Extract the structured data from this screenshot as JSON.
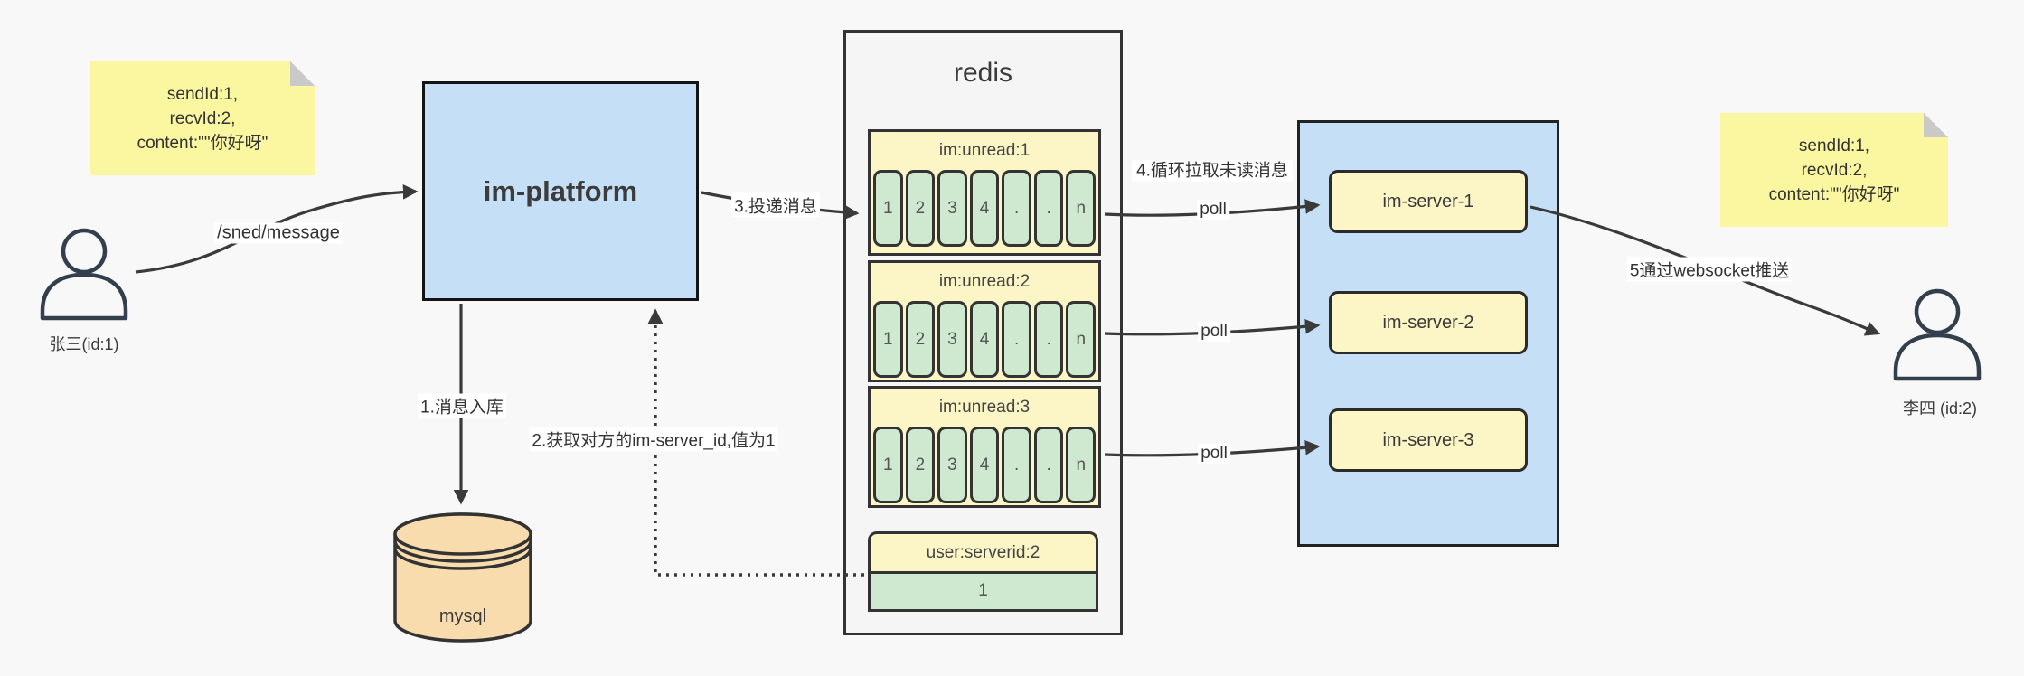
{
  "diagram": {
    "notes": {
      "left": {
        "lines": [
          "sendId:1,",
          "recvId:2,",
          "content:\"\"你好呀\""
        ]
      },
      "right": {
        "lines": [
          "sendId:1,",
          "recvId:2,",
          "content:\"\"你好呀\""
        ]
      }
    },
    "actors": {
      "sender": {
        "label": "张三(id:1)"
      },
      "receiver": {
        "label": "李四 (id:2)"
      }
    },
    "platform": {
      "label": "im-platform"
    },
    "database": {
      "label": "mysql"
    },
    "redis": {
      "title": "redis",
      "lists": [
        {
          "header": "im:unread:1",
          "cells": [
            "1",
            "2",
            "3",
            "4",
            ".",
            ".",
            "n"
          ]
        },
        {
          "header": "im:unread:2",
          "cells": [
            "1",
            "2",
            "3",
            "4",
            ".",
            ".",
            "n"
          ]
        },
        {
          "header": "im:unread:3",
          "cells": [
            "1",
            "2",
            "3",
            "4",
            ".",
            ".",
            "n"
          ]
        }
      ],
      "kv": {
        "header": "user:serverid:2",
        "value": "1"
      }
    },
    "servers": [
      {
        "label": "im-server-1"
      },
      {
        "label": "im-server-2"
      },
      {
        "label": "im-server-3"
      }
    ],
    "flow": {
      "send_endpoint": "/sned/message",
      "step1": "1.消息入库",
      "step2": "2.获取对方的im-server_id,值为1",
      "step3": "3.投递消息",
      "step4": "4.循环拉取未读消息",
      "step5": "5通过websocket推送",
      "poll": "poll"
    },
    "colors": {
      "blue": "#c5e0f6",
      "note_yellow": "#fbf6a0",
      "box_yellow": "#fcf5c5",
      "cell_green": "#cfe8d0",
      "db_tan": "#f8dcae",
      "line": "#3a3a3a"
    }
  }
}
